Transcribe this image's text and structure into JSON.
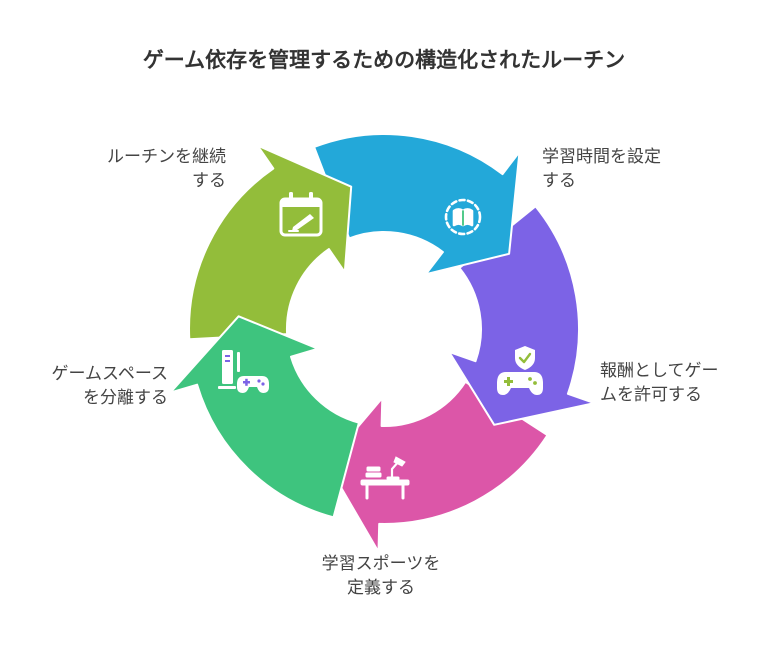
{
  "title": "ゲーム依存を管理するための構造化されたルーチン",
  "steps": [
    {
      "lines": [
        "学習時間を設定",
        "する"
      ],
      "color": "#3ec47e",
      "icon": "book-clock-icon"
    },
    {
      "lines": [
        "報酬としてゲー",
        "ムを許可する"
      ],
      "color": "#93bd3a",
      "icon": "gamepad-check-icon"
    },
    {
      "lines": [
        "学習スポーツを",
        "定義する"
      ],
      "color": "#23a8d9",
      "icon": "study-desk-icon"
    },
    {
      "lines": [
        "ゲームスペース",
        "を分離する"
      ],
      "color": "#7c63e6",
      "icon": "gaming-pc-icon"
    },
    {
      "lines": [
        "ルーチンを継続",
        "する"
      ],
      "color": "#dc56a8",
      "icon": "calendar-edit-icon"
    }
  ]
}
